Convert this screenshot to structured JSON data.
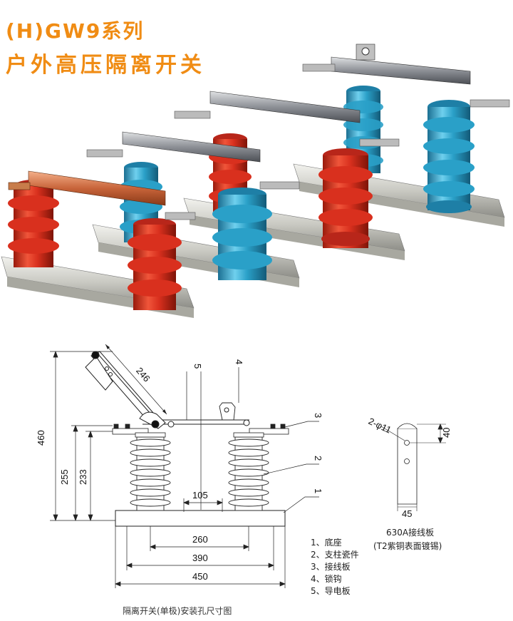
{
  "title": {
    "line1": "(H)GW9系列",
    "line2": "户外高压隔离开关"
  },
  "drawing": {
    "dims": {
      "d246": "246",
      "d460": "460",
      "d255": "255",
      "d233": "233",
      "d105": "105",
      "d260": "260",
      "d390": "390",
      "d450": "450"
    },
    "callouts": [
      "5",
      "4",
      "3",
      "2",
      "1"
    ],
    "legend": [
      "1、底座",
      "2、支柱瓷件",
      "3、接线板",
      "4、锁钩",
      "5、导电板"
    ],
    "caption": "隔离开关(单极)安装孔尺寸图"
  },
  "terminal_plate": {
    "hole_label": "2-φ11",
    "dim_40": "40",
    "dim_45": "45",
    "name": "630A接线板",
    "material": "(T2紫铜表面镀锡)"
  },
  "colors": {
    "title": "#f08c14",
    "red_insulator": "#d9301e",
    "blue_insulator": "#2aa0c8"
  }
}
